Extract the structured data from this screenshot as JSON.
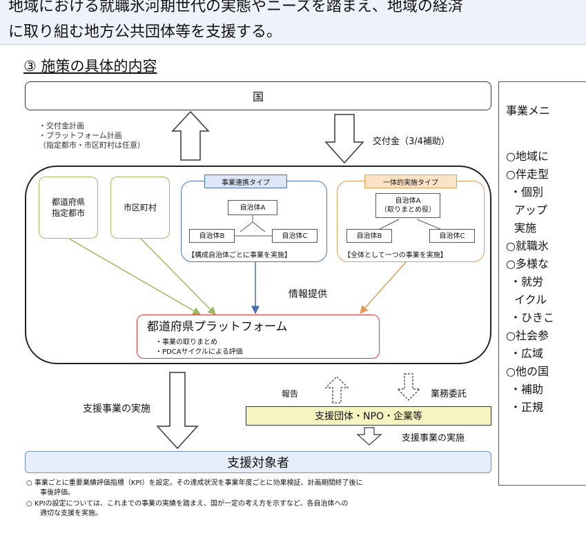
{
  "intro": {
    "line1": "地域における就職氷河期世代の実態やニーズを踏まえ、地域の経済",
    "line2": "に取り組む地方公共団体等を支援する。"
  },
  "section_title": "③  施策の具体的内容",
  "diagram": {
    "kuni": "国",
    "plan_notes": [
      "・交付金計画",
      "・プラットフォーム計画",
      "（指定都市・市区町村は任意）"
    ],
    "grant": "交付金（3/4補助）",
    "prefecture_city": [
      "都道府県",
      "指定都市"
    ],
    "municipality": "市区町村",
    "cooperation_type": {
      "tag": "事業連携タイプ",
      "a": "自治体A",
      "b": "自治体B",
      "c": "自治体C",
      "caption": "【構成自治体ごとに事業を実施】"
    },
    "integrated_type": {
      "tag": "一体的実施タイプ",
      "a_line1": "自治体A",
      "a_line2": "（取りまとめ役）",
      "b": "自治体B",
      "c": "自治体C",
      "caption": "【全体として一つの事業を実施】"
    },
    "info_provision": "情報提供",
    "platform": {
      "title": "都道府県プラットフォーム",
      "item1": "・事業の取りまとめ",
      "item2": "・PDCAサイクルによる評価"
    },
    "support_impl_left": "支援事業の実施",
    "report": "報告",
    "commission": "業務委託",
    "org": "支援団体・NPO・企業等",
    "support_impl_right": "支援事業の実施",
    "target": "支援対象者"
  },
  "footnotes": [
    "○  事業ごとに重要業績評価指標（KPI）を設定。その達成状況を事業年度ごとに効果検証、計画期間終了後に",
    "事後評価。",
    "○  KPIの設定については、これまでの事業の実績を踏まえ、国が一定の考え方を示すなど、各自治体への",
    "適切な支援を実施。"
  ],
  "side_panel": {
    "lines": [
      "事業メニ",
      "○地域に",
      "○伴走型",
      "・個別",
      "アップ",
      "実施",
      "○就職氷",
      "○多様な",
      "・就労",
      "イクル",
      "・ひきこ",
      "○社会参",
      "・広域",
      "○他の国",
      "・補助",
      "・正規"
    ]
  }
}
